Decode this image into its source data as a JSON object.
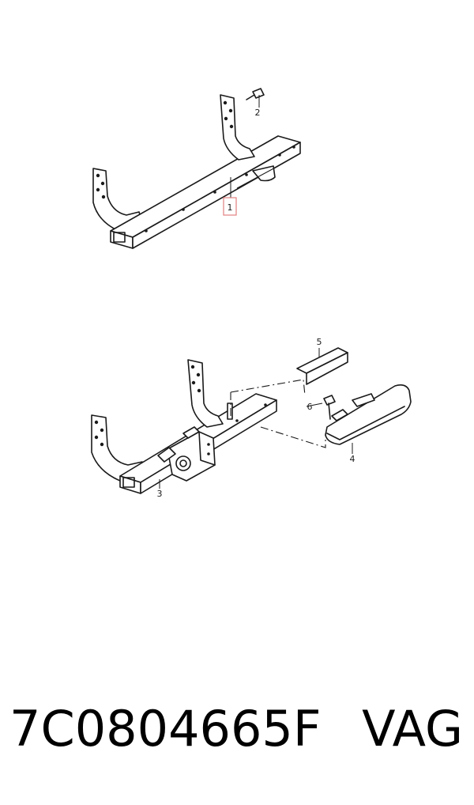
{
  "callouts": {
    "c1": "1",
    "c2": "2",
    "c3": "3",
    "c4": "4",
    "c5": "5",
    "c6": "6"
  },
  "footer": {
    "part_number": "7C0804665F",
    "brand": "VAG"
  },
  "colors": {
    "line": "#1a1a1a",
    "highlight": "#e28080"
  }
}
